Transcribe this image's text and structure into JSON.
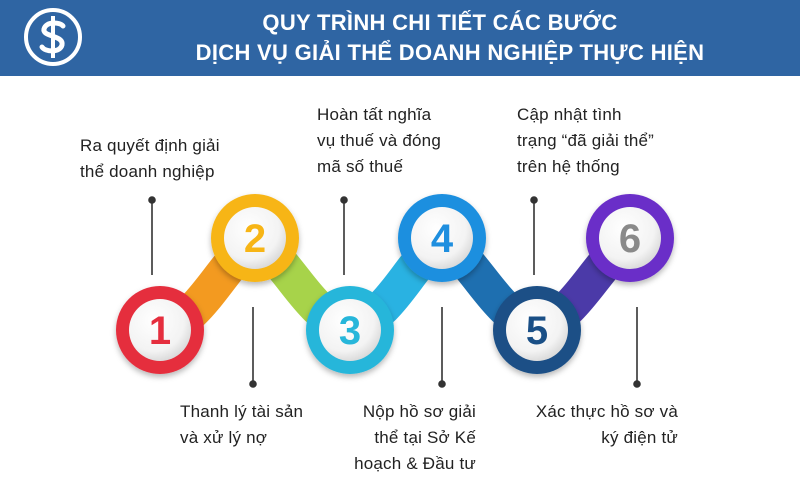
{
  "header": {
    "title_line1": "QUY TRÌNH CHI TIẾT CÁC BƯỚC",
    "title_line2": "DỊCH VỤ GIẢI THỂ DOANH NGHIỆP THỰC HIỆN",
    "background": "#2f65a3"
  },
  "steps": [
    {
      "number": "1",
      "color": "#e52e3e",
      "lines": [
        "Ra quyết định giải",
        "thể doanh nghiệp"
      ]
    },
    {
      "number": "2",
      "color": "#f7b516",
      "lines": [
        "Thanh lý tài sản",
        "và xử lý nợ"
      ]
    },
    {
      "number": "3",
      "color": "#27b6da",
      "lines": [
        "Hoàn tất nghĩa",
        "vụ thuế và đóng",
        "mã số thuế"
      ]
    },
    {
      "number": "4",
      "color": "#1f8fdf",
      "lines": [
        "Nộp hồ sơ giải",
        "thể tại Sở Kế",
        "hoạch & Đầu tư"
      ]
    },
    {
      "number": "5",
      "color": "#1a4f86",
      "lines": [
        "Cập nhật tình",
        "trạng “đã giải thể”",
        "trên hệ thống"
      ]
    },
    {
      "number": "6",
      "color": "#6a2fc8",
      "lines": [
        "Xác thực hồ sơ và",
        "ký điện tử"
      ]
    }
  ]
}
